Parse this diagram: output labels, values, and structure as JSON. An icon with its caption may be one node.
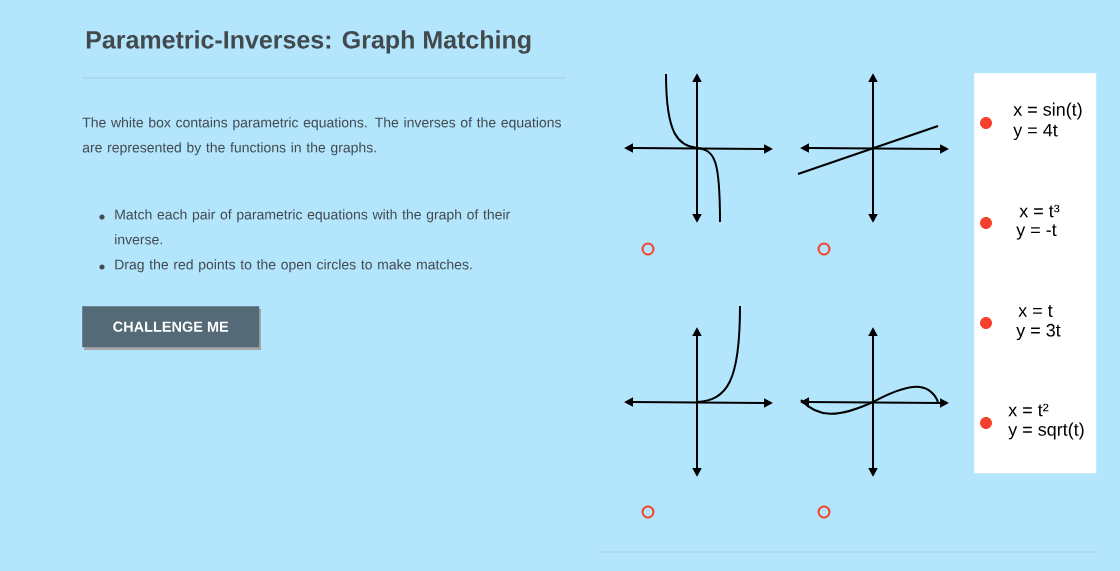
{
  "diagram": {
    "title": "Parametric-Inverses: Graph Matching",
    "nodes": [
      {
        "text": [
          "x = sin(t)",
          "y = 4t",
          "x = t³",
          "y = -t",
          "x = t",
          "y = 3t",
          "x = t²",
          "y = sqrt(t)"
        ]
      },
      {
        "text": [
          "CHALLENGE ME"
        ]
      }
    ],
    "labels": [
      "The white box contains parametric equations. The inverses of the equations are represented by the functions in the graphs.",
      "Match each pair of parametric equations with the graph of their inverse.",
      "Drag the red points to the open circles to make matches."
    ]
  }
}
